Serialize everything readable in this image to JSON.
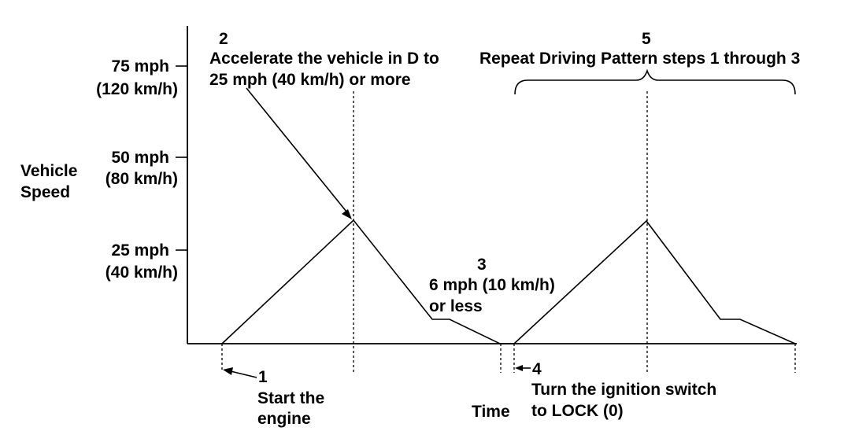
{
  "axis": {
    "y_label_line1": "Vehicle",
    "y_label_line2": "Speed",
    "x_label": "Time"
  },
  "speed_ticks": [
    {
      "mph": "75 mph",
      "kmh": "(120 km/h)"
    },
    {
      "mph": "50 mph",
      "kmh": "(80 km/h)"
    },
    {
      "mph": "25 mph",
      "kmh": "(40 km/h)"
    }
  ],
  "annotations": {
    "step1": {
      "number": "1",
      "line1": "Start the",
      "line2": "engine"
    },
    "step2": {
      "number": "2",
      "line1": "Accelerate the vehicle in D to",
      "line2": "25 mph (40 km/h) or more"
    },
    "step3": {
      "number": "3",
      "line1": "6 mph (10 km/h)",
      "line2": "or less"
    },
    "step4": {
      "number": "4",
      "line1": "Turn the ignition switch",
      "line2": "to LOCK (0)"
    },
    "step5": {
      "number": "5",
      "line1": "Repeat Driving Pattern steps 1 through 3"
    }
  },
  "colors": {
    "ink": "#000000",
    "background": "#ffffff"
  }
}
